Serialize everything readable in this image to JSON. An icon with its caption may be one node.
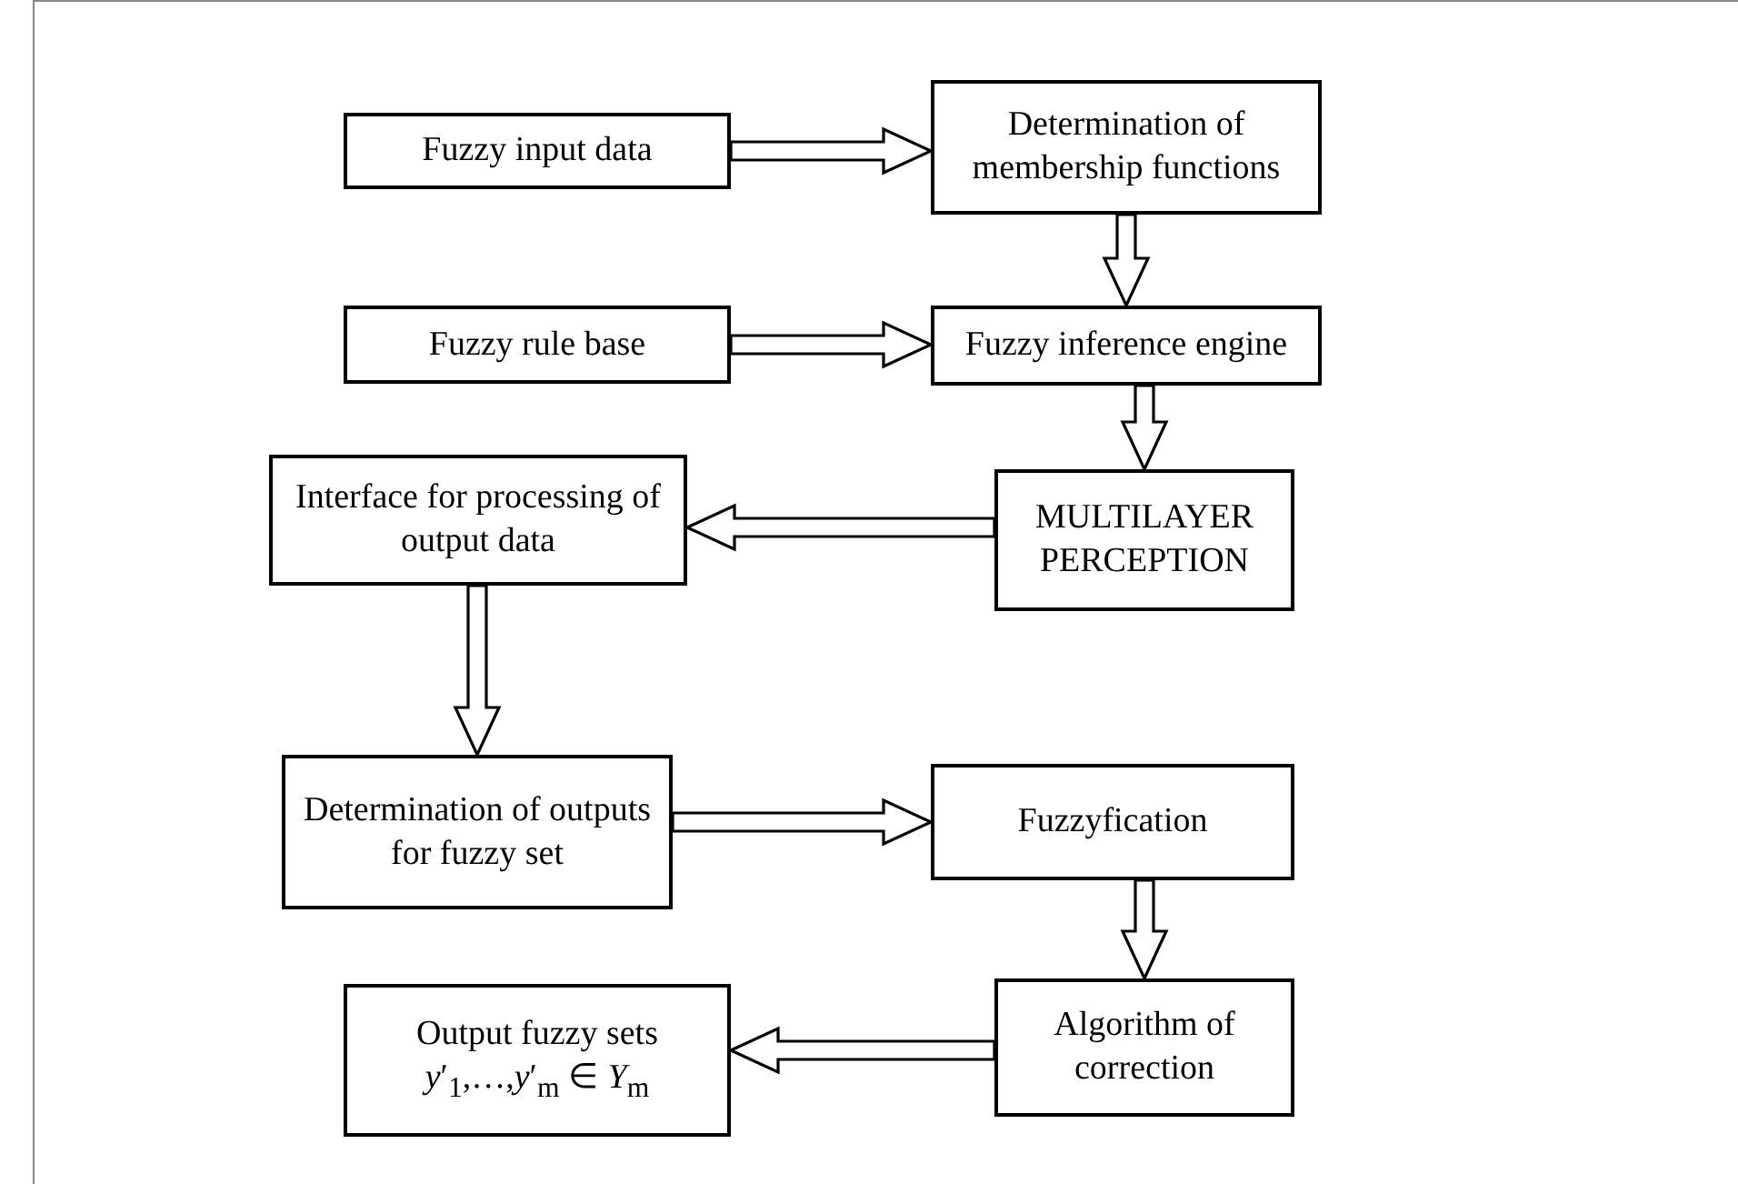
{
  "diagram": {
    "nodes": [
      {
        "text": [
          "Fuzzy input data"
        ]
      },
      {
        "text": [
          "Determination of membership functions"
        ]
      },
      {
        "text": [
          "Fuzzy rule base"
        ]
      },
      {
        "text": [
          "Fuzzy inference engine"
        ]
      },
      {
        "text": [
          "Interface for processing of output data"
        ]
      },
      {
        "text": [
          "MULTILAYER PERCEPTION"
        ]
      },
      {
        "text": [
          "Determination of outputs for fuzzy set"
        ]
      },
      {
        "text": [
          "Fuzzyfication"
        ]
      },
      {
        "text": [
          "Algorithm of correction"
        ]
      },
      {
        "text": [
          "Output fuzzy sets",
          "*y*′$_{1}$,…,*y*′$_{m}$ ∈ *Y*$_{m}$"
        ]
      }
    ],
    "edges": [
      {
        "from": 0,
        "to": 1,
        "arrow": "to"
      },
      {
        "from": 1,
        "to": 3,
        "arrow": "to"
      },
      {
        "from": 2,
        "to": 3,
        "arrow": "to"
      },
      {
        "from": 3,
        "to": 5,
        "arrow": "to"
      },
      {
        "from": 5,
        "to": 4,
        "arrow": "to"
      },
      {
        "from": 4,
        "to": 6,
        "arrow": "to"
      },
      {
        "from": 6,
        "to": 7,
        "arrow": "to"
      },
      {
        "from": 7,
        "to": 8,
        "arrow": "to"
      },
      {
        "from": 8,
        "to": 9,
        "arrow": "to"
      }
    ]
  }
}
